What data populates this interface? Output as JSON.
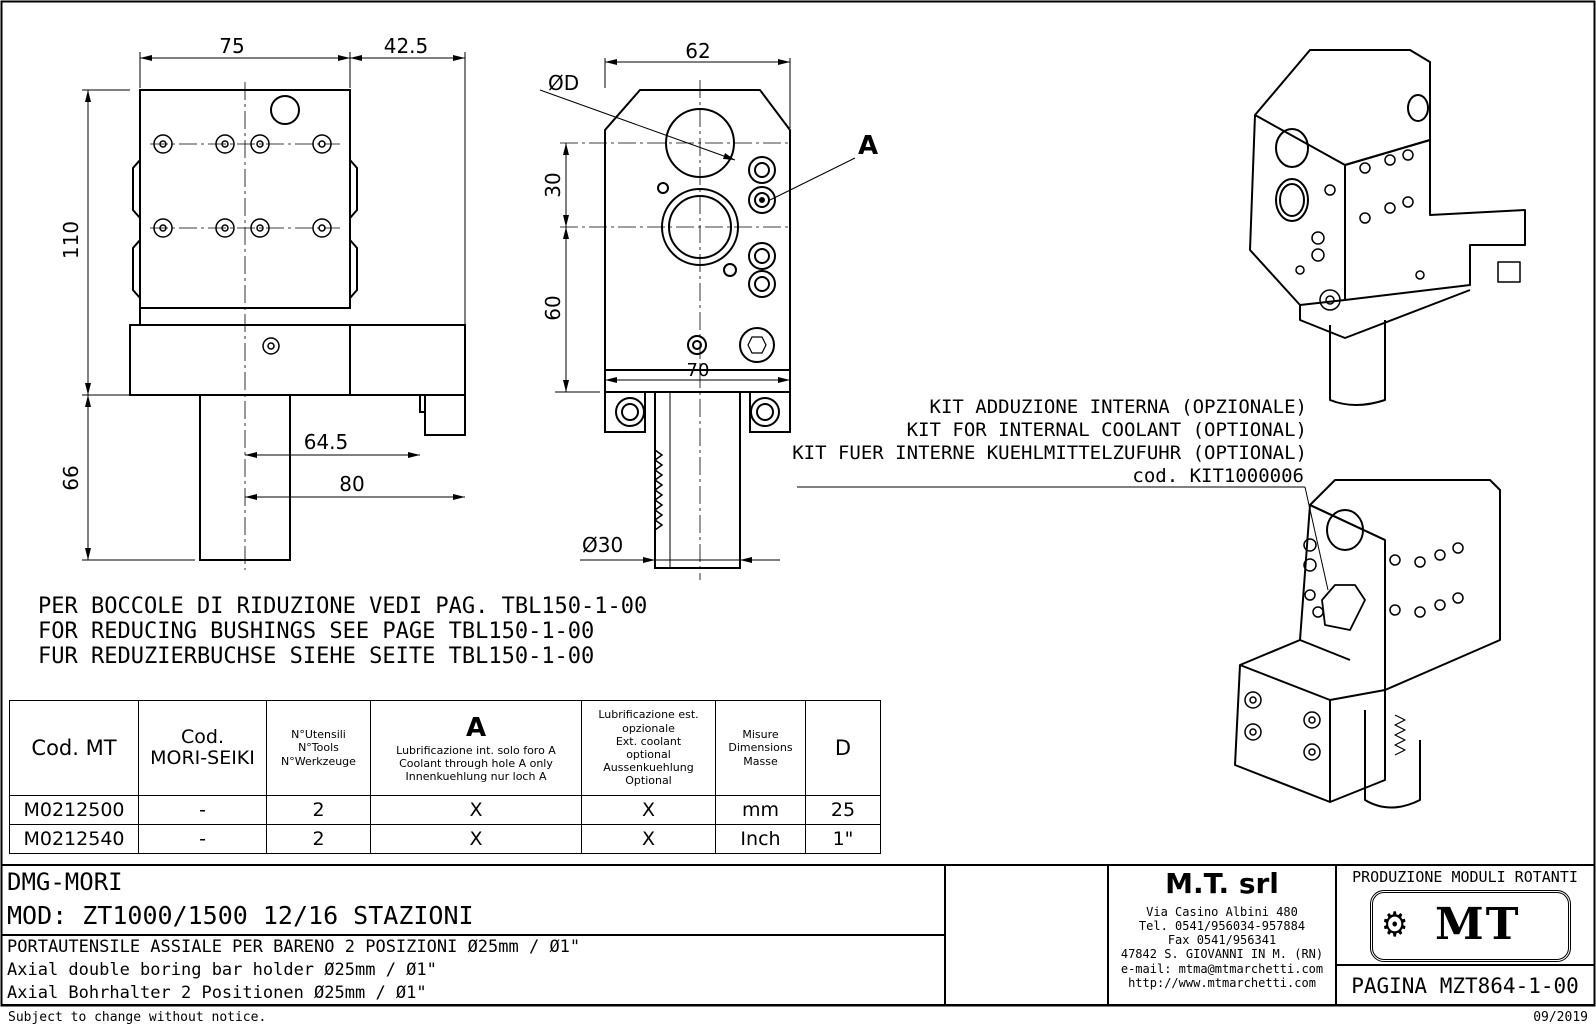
{
  "dims": {
    "w75": "75",
    "w42": "42.5",
    "h110": "110",
    "h66": "66",
    "w64": "64.5",
    "w80": "80",
    "w62": "62",
    "dD": "ØD",
    "h30": "30",
    "h60": "60",
    "w70": "70",
    "d30": "Ø30",
    "A": "A"
  },
  "notes": {
    "bush_it": "PER BOCCOLE DI RIDUZIONE VEDI PAG. TBL150-1-00",
    "bush_en": "FOR REDUCING BUSHINGS SEE PAGE TBL150-1-00",
    "bush_de": "FUR REDUZIERBUCHSE SIEHE SEITE TBL150-1-00",
    "kit_it": "KIT ADDUZIONE INTERNA (OPZIONALE)",
    "kit_en": "KIT FOR INTERNAL COOLANT (OPTIONAL)",
    "kit_de": "KIT FUER INTERNE KUEHLMITTELZUFUHR (OPTIONAL)",
    "kit_cod": "cod. KIT1000006"
  },
  "table": {
    "headers": {
      "codmt": "Cod. MT",
      "codmori_1": "Cod.",
      "codmori_2": "MORI-SEIKI",
      "tools_1": "N°Utensili",
      "tools_2": "N°Tools",
      "tools_3": "N°Werkzeuge",
      "a_big": "A",
      "a_1": "Lubrificazione int. solo foro A",
      "a_2": "Coolant through hole A only",
      "a_3": "Innenkuehlung nur loch A",
      "ext_1": "Lubrificazione est.",
      "ext_2": "opzionale",
      "ext_3": "Ext. coolant",
      "ext_4": "optional",
      "ext_5": "Aussenkuehlung",
      "ext_6": "Optional",
      "mis_1": "Misure",
      "mis_2": "Dimensions",
      "mis_3": "Masse",
      "d": "D"
    },
    "rows": [
      {
        "code": "M0212500",
        "mori": "-",
        "tools": "2",
        "a": "X",
        "ext": "X",
        "unit": "mm",
        "d": "25"
      },
      {
        "code": "M0212540",
        "mori": "-",
        "tools": "2",
        "a": "X",
        "ext": "X",
        "unit": "Inch",
        "d": "1\""
      }
    ]
  },
  "title": {
    "brand": "DMG-MORI",
    "model": "MOD: ZT1000/1500 12/16 STAZIONI",
    "desc_it": "PORTAUTENSILE ASSIALE PER BARENO 2 POSIZIONI Ø25mm / Ø1\"",
    "desc_en": "Axial double boring bar holder Ø25mm / Ø1\"",
    "desc_de": "Axial Bohrhalter 2 Positionen Ø25mm / Ø1\"",
    "company": "M.T. srl",
    "addr1": "Via Casino Albini 480",
    "addr2": "Tel. 0541/956034-957884",
    "addr3": "Fax 0541/956341",
    "addr4": "47842 S. GIOVANNI IN M. (RN)",
    "addr5": "e-mail: mtma@mtmarchetti.com",
    "addr6": "http://www.mtmarchetti.com",
    "prod": "PRODUZIONE MODULI ROTANTI",
    "logo": "MT",
    "page": "PAGINA MZT864-1-00",
    "disclaimer": "Subject to change without notice.",
    "date": "09/2019"
  }
}
